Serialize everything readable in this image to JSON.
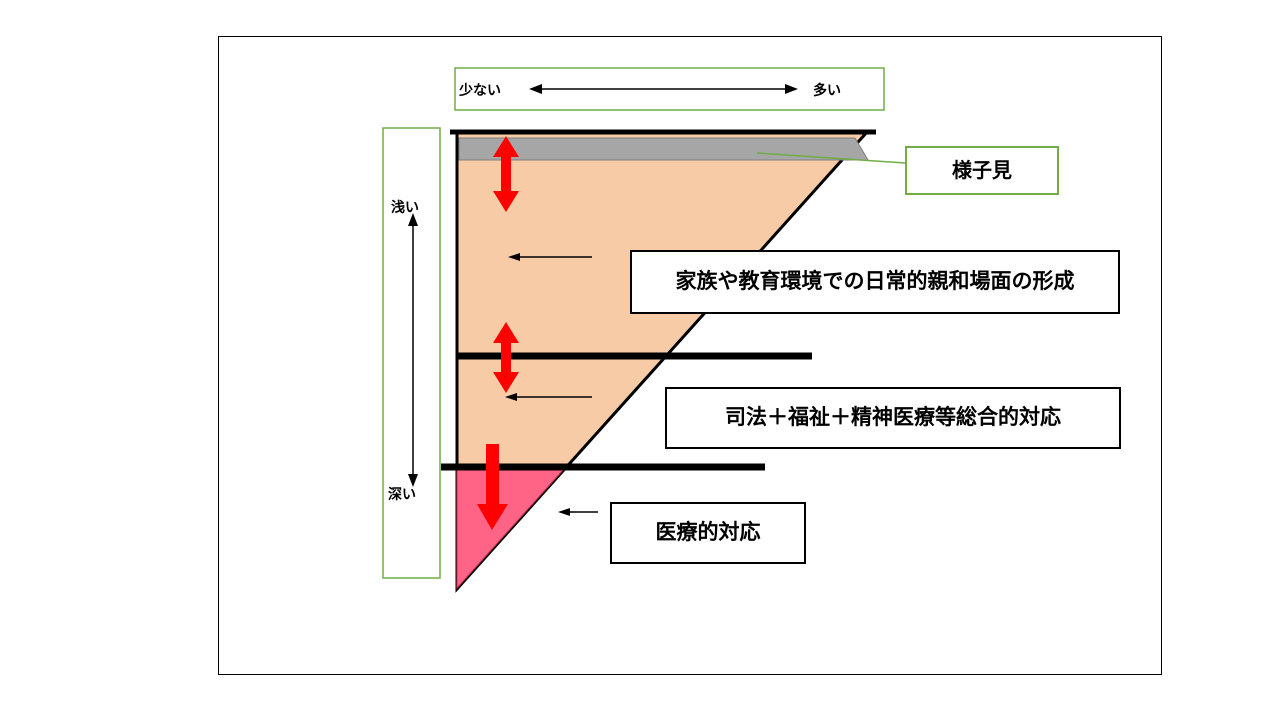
{
  "colors": {
    "peach": "#F6CBA6",
    "gray": "#A6A6A6",
    "pink": "#FF6385",
    "red": "#FF0000",
    "green": "#70AD47"
  },
  "axes": {
    "horizontal": {
      "left_label": "少ない",
      "right_label": "多い"
    },
    "vertical": {
      "top_label": "浅い",
      "bottom_label": "深い"
    }
  },
  "labels": {
    "watch": "様子見",
    "family": "家族や教育環境での日常的親和場面の形成",
    "integrated": "司法＋福祉＋精神医療等総合的対応",
    "medical": "医療的対応"
  }
}
